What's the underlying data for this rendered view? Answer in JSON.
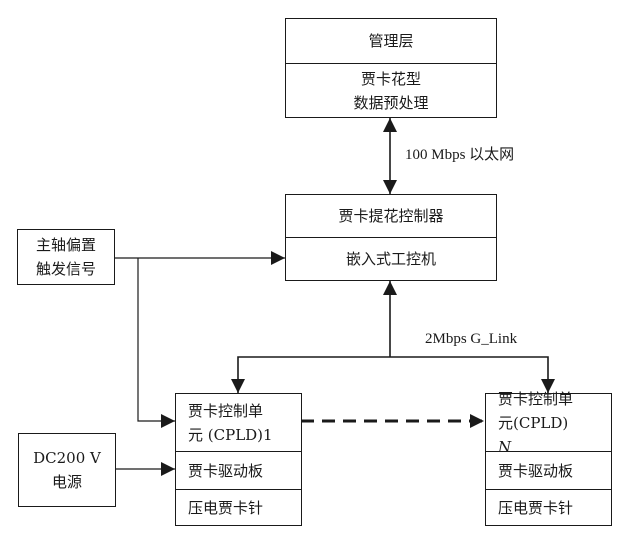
{
  "management": {
    "title": "管理层",
    "sub_line1": "贾卡花型",
    "sub_line2": "数据预处理"
  },
  "ethernet_link": {
    "label": "100 Mbps 以太网"
  },
  "controller": {
    "title": "贾卡提花控制器",
    "sub": "嵌入式工控机"
  },
  "trigger_signal": {
    "line1": "主轴偏置",
    "line2": "触发信号"
  },
  "glink": {
    "label": "2Mbps G_Link"
  },
  "power": {
    "line1": "DC200 V",
    "line2": "电源"
  },
  "unit_1": {
    "cpld_line1": "贾卡控制单",
    "cpld_line2": "元 (CPLD)1",
    "driver": "贾卡驱动板",
    "needle": "压电贾卡针"
  },
  "unit_n": {
    "cpld_line1": "贾卡控制单",
    "cpld_line2_prefix": "元(CPLD)",
    "cpld_line2_suffix": "N",
    "driver": "贾卡驱动板",
    "needle": "压电贾卡针"
  },
  "colors": {
    "stroke": "#1a1a1a",
    "background": "#ffffff"
  }
}
